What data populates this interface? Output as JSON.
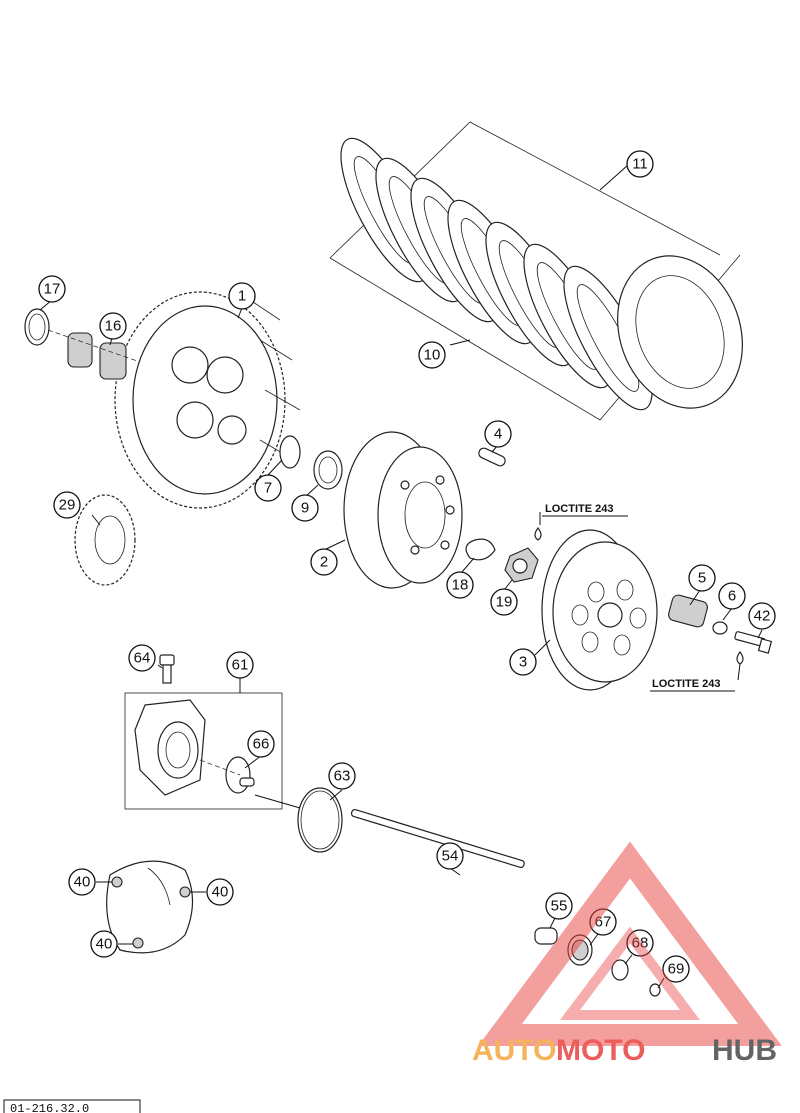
{
  "callouts": [
    "1",
    "2",
    "3",
    "4",
    "5",
    "6",
    "7",
    "9",
    "10",
    "11",
    "16",
    "17",
    "18",
    "19",
    "29",
    "40",
    "40",
    "40",
    "42",
    "54",
    "55",
    "61",
    "63",
    "64",
    "66",
    "67",
    "68",
    "69"
  ],
  "loctite": [
    "LOCTITE 243",
    "LOCTITE 243"
  ],
  "watermark": {
    "part1": "AUTO",
    "part2": "MOTO",
    "part3": "HUB",
    "colors": {
      "auto": "#f4a640",
      "moto": "#e8423f",
      "hub": "#4a4a4a",
      "triangle": "#e8423f"
    }
  },
  "footer": {
    "code": "01-216.32.0"
  }
}
